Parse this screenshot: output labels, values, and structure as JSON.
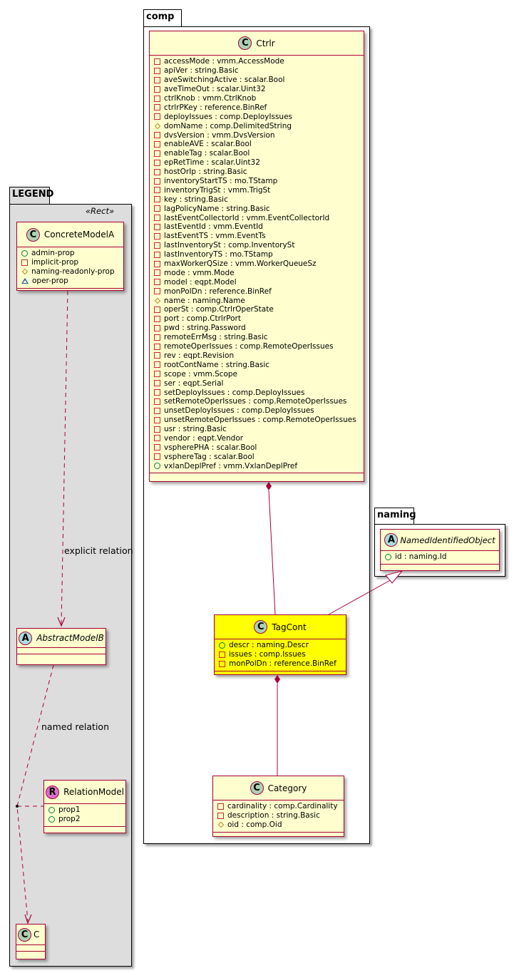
{
  "legend": {
    "package_name": "LEGEND",
    "stereotype": "«Rect»",
    "concrete_class": {
      "badge": "C",
      "name": "ConcreteModelA",
      "attributes": [
        {
          "visibility": "public",
          "text": "admin-prop"
        },
        {
          "visibility": "private",
          "text": "implicit-prop"
        },
        {
          "visibility": "protected",
          "text": "naming-readonly-prop"
        },
        {
          "visibility": "package",
          "text": "oper-prop"
        }
      ]
    },
    "abstract_class": {
      "badge": "A",
      "name": "AbstractModelB"
    },
    "relation_class": {
      "badge": "R",
      "name": "RelationModel",
      "attributes": [
        {
          "visibility": "public",
          "text": "prop1"
        },
        {
          "visibility": "public",
          "text": "prop2"
        }
      ]
    },
    "target_class": {
      "badge": "C",
      "name": "C"
    },
    "explicit_relation_label": "explicit relation",
    "named_relation_label": "named relation"
  },
  "comp": {
    "package_name": "comp",
    "ctrlr": {
      "badge": "C",
      "name": "Ctrlr",
      "attributes": [
        {
          "visibility": "private",
          "text": "accessMode : vmm.AccessMode"
        },
        {
          "visibility": "private",
          "text": "apiVer : string.Basic"
        },
        {
          "visibility": "private",
          "text": "aveSwitchingActive : scalar.Bool"
        },
        {
          "visibility": "private",
          "text": "aveTimeOut : scalar.Uint32"
        },
        {
          "visibility": "private",
          "text": "ctrlKnob : vmm.CtrlKnob"
        },
        {
          "visibility": "private",
          "text": "ctrlrPKey : reference.BinRef"
        },
        {
          "visibility": "private",
          "text": "deployIssues : comp.DeployIssues"
        },
        {
          "visibility": "protected",
          "text": "domName : comp.DelimitedString"
        },
        {
          "visibility": "private",
          "text": "dvsVersion : vmm.DvsVersion"
        },
        {
          "visibility": "private",
          "text": "enableAVE : scalar.Bool"
        },
        {
          "visibility": "private",
          "text": "enableTag : scalar.Bool"
        },
        {
          "visibility": "private",
          "text": "epRetTime : scalar.Uint32"
        },
        {
          "visibility": "private",
          "text": "hostOrIp : string.Basic"
        },
        {
          "visibility": "private",
          "text": "inventoryStartTS : mo.TStamp"
        },
        {
          "visibility": "private",
          "text": "inventoryTrigSt : vmm.TrigSt"
        },
        {
          "visibility": "private",
          "text": "key : string.Basic"
        },
        {
          "visibility": "private",
          "text": "lagPolicyName : string.Basic"
        },
        {
          "visibility": "private",
          "text": "lastEventCollectorId : vmm.EventCollectorId"
        },
        {
          "visibility": "private",
          "text": "lastEventId : vmm.EventId"
        },
        {
          "visibility": "private",
          "text": "lastEventTS : vmm.EventTs"
        },
        {
          "visibility": "private",
          "text": "lastInventorySt : comp.InventorySt"
        },
        {
          "visibility": "private",
          "text": "lastInventoryTS : mo.TStamp"
        },
        {
          "visibility": "private",
          "text": "maxWorkerQSize : vmm.WorkerQueueSz"
        },
        {
          "visibility": "private",
          "text": "mode : vmm.Mode"
        },
        {
          "visibility": "private",
          "text": "model : eqpt.Model"
        },
        {
          "visibility": "private",
          "text": "monPolDn : reference.BinRef"
        },
        {
          "visibility": "protected",
          "text": "name : naming.Name"
        },
        {
          "visibility": "private",
          "text": "operSt : comp.CtrlrOperState"
        },
        {
          "visibility": "private",
          "text": "port : comp.CtrlrPort"
        },
        {
          "visibility": "private",
          "text": "pwd : string.Password"
        },
        {
          "visibility": "private",
          "text": "remoteErrMsg : string.Basic"
        },
        {
          "visibility": "private",
          "text": "remoteOperIssues : comp.RemoteOperIssues"
        },
        {
          "visibility": "private",
          "text": "rev : eqpt.Revision"
        },
        {
          "visibility": "private",
          "text": "rootContName : string.Basic"
        },
        {
          "visibility": "private",
          "text": "scope : vmm.Scope"
        },
        {
          "visibility": "private",
          "text": "ser : eqpt.Serial"
        },
        {
          "visibility": "private",
          "text": "setDeployIssues : comp.DeployIssues"
        },
        {
          "visibility": "private",
          "text": "setRemoteOperIssues : comp.RemoteOperIssues"
        },
        {
          "visibility": "private",
          "text": "unsetDeployIssues : comp.DeployIssues"
        },
        {
          "visibility": "private",
          "text": "unsetRemoteOperIssues : comp.RemoteOperIssues"
        },
        {
          "visibility": "private",
          "text": "usr : string.Basic"
        },
        {
          "visibility": "private",
          "text": "vendor : eqpt.Vendor"
        },
        {
          "visibility": "private",
          "text": "vspherePHA : scalar.Bool"
        },
        {
          "visibility": "private",
          "text": "vsphereTag : scalar.Bool"
        },
        {
          "visibility": "public",
          "text": "vxlanDeplPref : vmm.VxlanDeplPref"
        }
      ]
    },
    "tagcont": {
      "badge": "C",
      "name": "TagCont",
      "highlight_color": "#ffff00",
      "attributes": [
        {
          "visibility": "public",
          "text": "descr : naming.Descr"
        },
        {
          "visibility": "private",
          "text": "issues : comp.Issues"
        },
        {
          "visibility": "private",
          "text": "monPolDn : reference.BinRef"
        }
      ]
    },
    "category": {
      "badge": "C",
      "name": "Category",
      "attributes": [
        {
          "visibility": "private",
          "text": "cardinality : comp.Cardinality"
        },
        {
          "visibility": "private",
          "text": "description : string.Basic"
        },
        {
          "visibility": "protected",
          "text": "oid : comp.Oid"
        }
      ]
    }
  },
  "naming": {
    "package_name": "naming",
    "named_identified_object": {
      "badge": "A",
      "name": "NamedIdentifiedObject",
      "attributes": [
        {
          "visibility": "public",
          "text": "id : naming.Id"
        }
      ]
    }
  },
  "colors": {
    "class_fill": "#fefece",
    "class_border": "#a80036",
    "legend_fill": "#dddddd",
    "highlight_fill": "#ffff00"
  }
}
